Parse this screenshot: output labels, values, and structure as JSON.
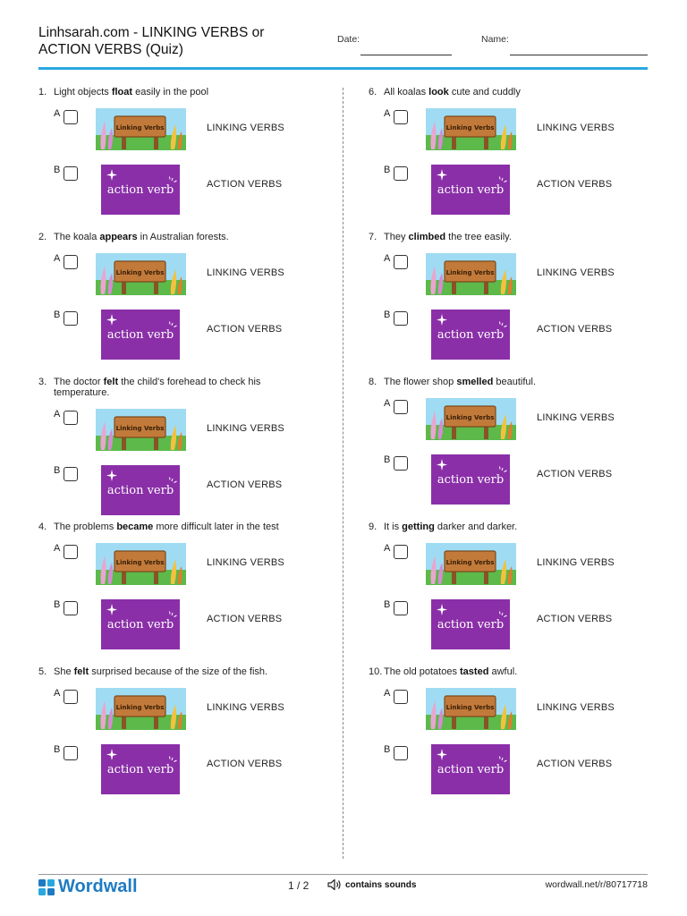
{
  "header": {
    "title": "Linhsarah.com - LINKING VERBS or ACTION VERBS (Quiz)",
    "date_label": "Date:",
    "name_label": "Name:"
  },
  "options": {
    "a_letter": "A",
    "b_letter": "B",
    "a_label": "LINKING VERBS",
    "b_label": "ACTION VERBS",
    "a_image_text": "Linking Verbs",
    "b_image_text": "action verb"
  },
  "questions": [
    {
      "number": "1.",
      "before": "Light objects ",
      "verb": "float",
      "after": " easily in the pool"
    },
    {
      "number": "2.",
      "before": "The koala ",
      "verb": "appears",
      "after": " in Australian forests."
    },
    {
      "number": "3.",
      "before": "The doctor ",
      "verb": "felt",
      "after": " the child's forehead to check his temperature."
    },
    {
      "number": "4.",
      "before": "The problems ",
      "verb": "became",
      "after": " more difficult later in the test"
    },
    {
      "number": "5.",
      "before": "She ",
      "verb": "felt",
      "after": " surprised because of the size of the fish."
    },
    {
      "number": "6.",
      "before": "All koalas ",
      "verb": "look",
      "after": " cute and cuddly"
    },
    {
      "number": "7.",
      "before": "They ",
      "verb": "climbed",
      "after": " the tree easily."
    },
    {
      "number": "8.",
      "before": "The flower shop ",
      "verb": "smelled",
      "after": " beautiful."
    },
    {
      "number": "9.",
      "before": "It is ",
      "verb": "getting",
      "after": " darker and darker."
    },
    {
      "number": "10.",
      "before": "The old potatoes ",
      "verb": "tasted",
      "after": " awful."
    }
  ],
  "footer": {
    "brand": "Wordwall",
    "page": "1 / 2",
    "sound_text": "contains sounds",
    "url": "wordwall.net/r/80717718"
  },
  "colors": {
    "accent": "#29a8e0",
    "brand": "#1e7bc2",
    "action_purple": "#8a2fa8"
  }
}
